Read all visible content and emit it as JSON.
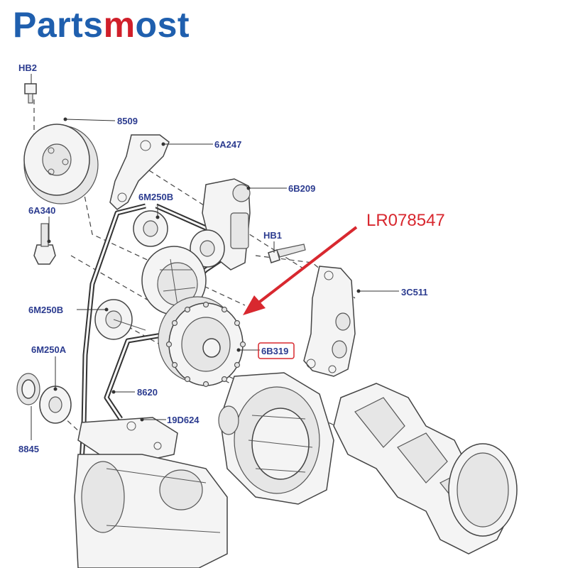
{
  "brand": {
    "part1": "Parts",
    "part2": "m",
    "part3": "ost"
  },
  "highlight_label": "LR078547",
  "callouts": {
    "HB2": "HB2",
    "8509": "8509",
    "6A247": "6A247",
    "6B209": "6B209",
    "6M250B_top": "6M250B",
    "6A340": "6A340",
    "HB1": "HB1",
    "3C511": "3C511",
    "6M250B_mid": "6M250B",
    "6B319": "6B319",
    "6M250A": "6M250A",
    "8620": "8620",
    "19D624": "19D624",
    "8845": "8845"
  },
  "colors": {
    "brand_blue": "#1f5fae",
    "brand_red": "#d01f2a",
    "callout_blue": "#2b3b8f",
    "highlight_red": "#d8282f"
  }
}
